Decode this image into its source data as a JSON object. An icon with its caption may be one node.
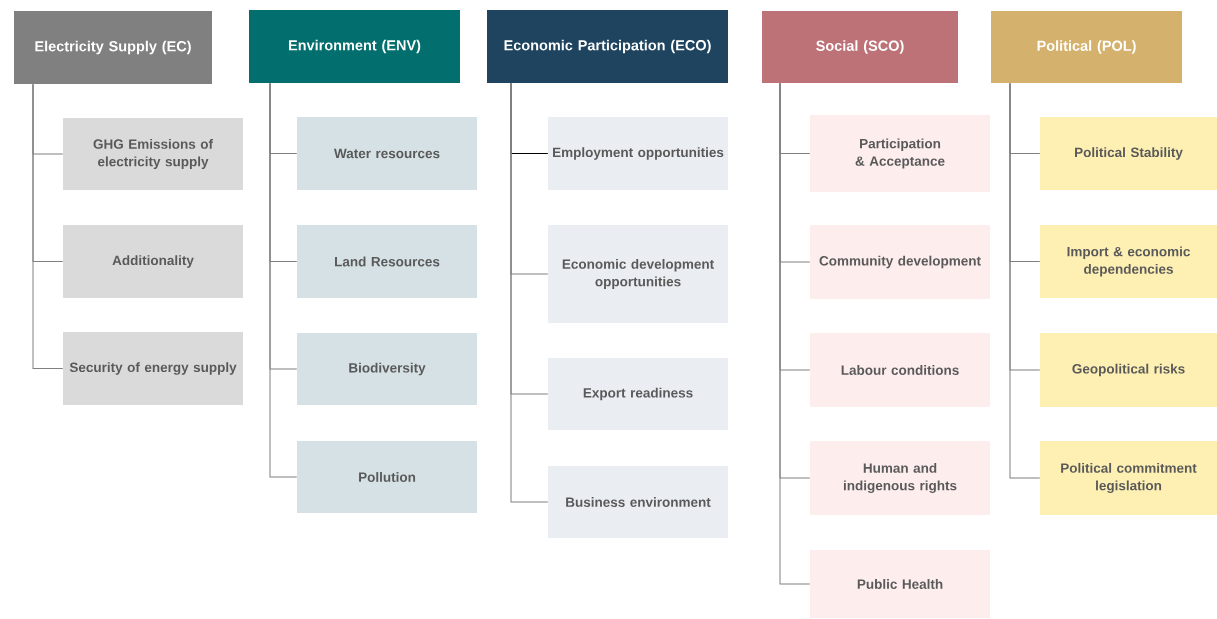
{
  "diagram": {
    "nodes": [
      {
        "text": [
          "Electricity Supply (EC)"
        ]
      },
      {
        "text": [
          "GHG Emissions of  electricity supply"
        ]
      },
      {
        "text": [
          "Additionality"
        ]
      },
      {
        "text": [
          "Security of energy supply"
        ]
      },
      {
        "text": [
          "Environment (ENV)"
        ]
      },
      {
        "text": [
          "Water resources"
        ]
      },
      {
        "text": [
          "Land Resources"
        ]
      },
      {
        "text": [
          "Biodiversity"
        ]
      },
      {
        "text": [
          "Pollution"
        ]
      },
      {
        "text": [
          "Economic Participation (ECO)"
        ]
      },
      {
        "text": [
          "Employment opportunities"
        ]
      },
      {
        "text": [
          "Economic development opportunities"
        ]
      },
      {
        "text": [
          "Export readiness"
        ]
      },
      {
        "text": [
          "Business environment"
        ]
      },
      {
        "text": [
          "Social (SCO)"
        ]
      },
      {
        "text": [
          "Participation & Acceptance"
        ]
      },
      {
        "text": [
          "Community development"
        ]
      },
      {
        "text": [
          "Labour conditions"
        ]
      },
      {
        "text": [
          "Human and indigenous rights"
        ]
      },
      {
        "text": [
          "Public Health"
        ]
      },
      {
        "text": [
          "Political (POL)"
        ]
      },
      {
        "text": [
          "Political Stability"
        ]
      },
      {
        "text": [
          "Import & economic dependencies"
        ]
      },
      {
        "text": [
          "Geopolitical risks"
        ]
      },
      {
        "text": [
          "Political commitment legislation"
        ]
      }
    ],
    "edges": [
      {
        "from": 0,
        "to": 1,
        "arrow": "none"
      },
      {
        "from": 0,
        "to": 2,
        "arrow": "none"
      },
      {
        "from": 0,
        "to": 3,
        "arrow": "none"
      },
      {
        "from": 4,
        "to": 5,
        "arrow": "none"
      },
      {
        "from": 4,
        "to": 6,
        "arrow": "none"
      },
      {
        "from": 4,
        "to": 7,
        "arrow": "none"
      },
      {
        "from": 4,
        "to": 8,
        "arrow": "none"
      },
      {
        "from": 9,
        "to": 10,
        "arrow": "none",
        "color": "#000000"
      },
      {
        "from": 9,
        "to": 11,
        "arrow": "none"
      },
      {
        "from": 9,
        "to": 12,
        "arrow": "none"
      },
      {
        "from": 9,
        "to": 13,
        "arrow": "none"
      },
      {
        "from": 14,
        "to": 15,
        "arrow": "none"
      },
      {
        "from": 14,
        "to": 16,
        "arrow": "none"
      },
      {
        "from": 14,
        "to": 17,
        "arrow": "none"
      },
      {
        "from": 14,
        "to": 18,
        "arrow": "none"
      },
      {
        "from": 14,
        "to": 19,
        "arrow": "none"
      },
      {
        "from": 20,
        "to": 21,
        "arrow": "none"
      },
      {
        "from": 20,
        "to": 22,
        "arrow": "none"
      },
      {
        "from": 20,
        "to": 23,
        "arrow": "none"
      },
      {
        "from": 20,
        "to": 24,
        "arrow": "none"
      }
    ]
  }
}
